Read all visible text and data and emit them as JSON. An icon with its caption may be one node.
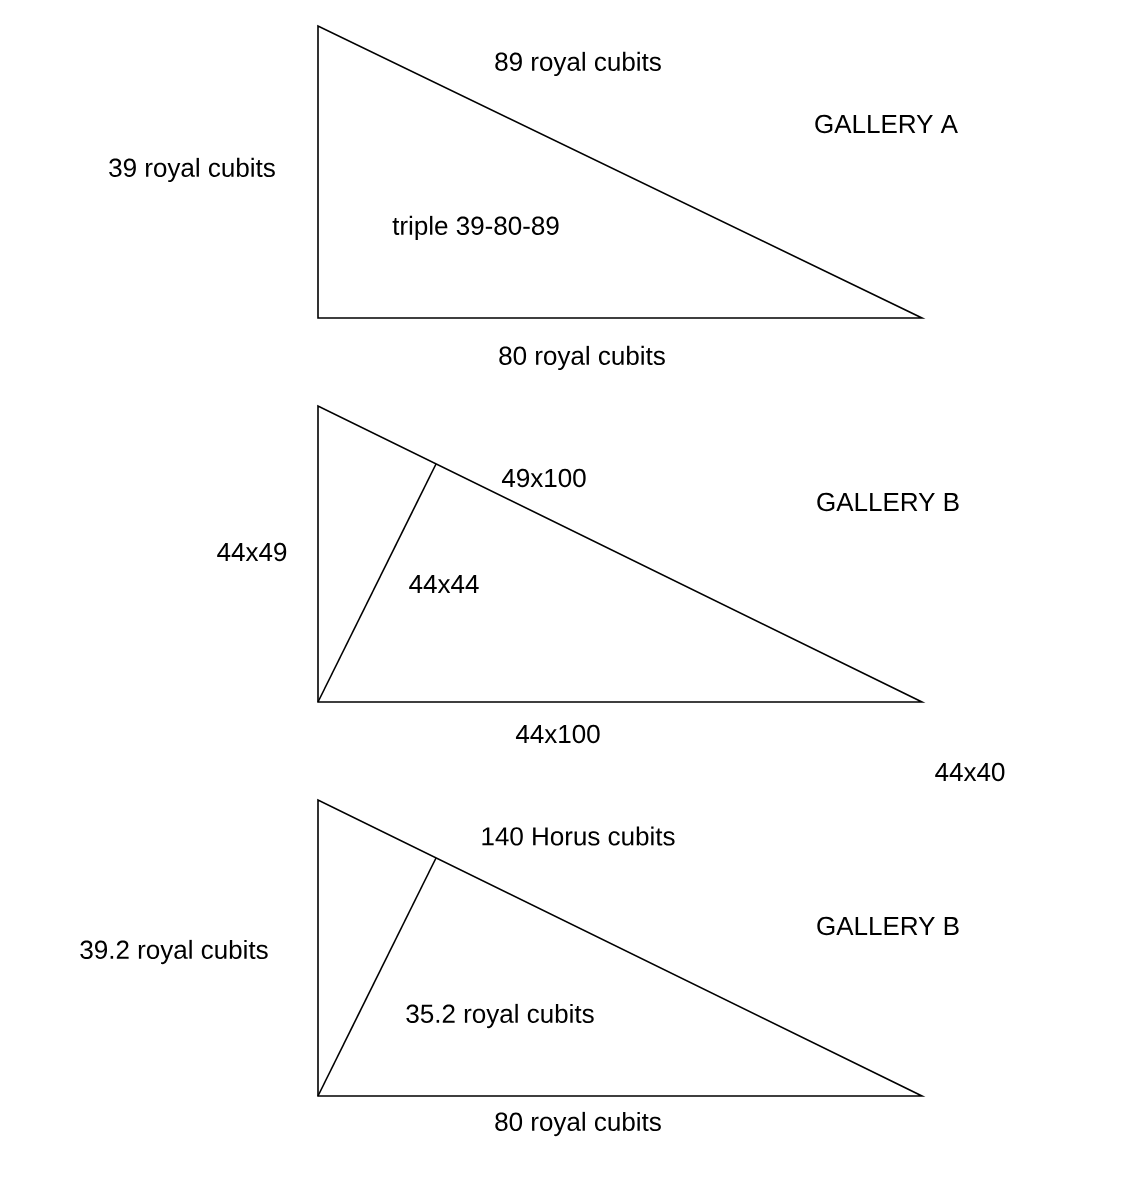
{
  "diagram": {
    "labels": [
      "89 royal cubits",
      "39 royal cubits",
      "GALLERY A",
      "triple 39-80-89",
      "80 royal cubits",
      "49x100",
      "GALLERY B",
      "44x49",
      "44x44",
      "44x100",
      "44x40",
      "140 Horus cubits",
      "GALLERY B",
      "39.2 royal cubits",
      "35.2 royal cubits",
      "80 royal cubits"
    ]
  }
}
